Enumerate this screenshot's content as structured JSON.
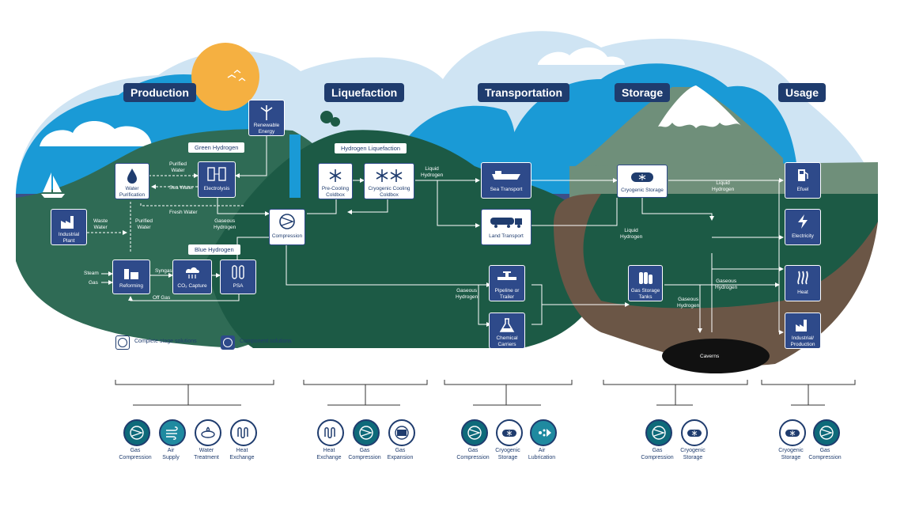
{
  "stages": {
    "production": "Production",
    "liquefaction": "Liquefaction",
    "transportation": "Transportation",
    "storage": "Storage",
    "usage": "Usage"
  },
  "tags": {
    "green_hydrogen": "Green Hydrogen",
    "hydrogen_liquefaction": "Hydrogen Liquefaction",
    "blue_hydrogen": "Blue Hydrogen"
  },
  "nodes": {
    "renewable_energy": [
      "Renewable",
      "Energy"
    ],
    "water_purification": [
      "Water",
      "Purification"
    ],
    "electrolysis": "Electrolysis",
    "industrial_plant": [
      "Industrial",
      "Plant"
    ],
    "compression": "Compression",
    "reforming": "Reforming",
    "co2_capture": "CO₂ Capture",
    "psa": "PSA",
    "pre_cooling": [
      "Pre-Cooling",
      "Coldbox"
    ],
    "cryogenic_coldbox": [
      "Cryogenic Cooling",
      "Coldbox"
    ],
    "sea_transport": "Sea Transport",
    "land_transport": "Land Transport",
    "pipeline": [
      "Pipeline or",
      "Trailer"
    ],
    "chemical_carriers": [
      "Chemical",
      "Carriers"
    ],
    "cryogenic_storage": "Cryogenic Storage",
    "gas_storage_tanks": [
      "Gas Storage",
      "Tanks"
    ],
    "caverns": "Caverns",
    "efuel": "Efuel",
    "electricity": "Electricity",
    "heat": "Heat",
    "industrial_production": [
      "Industrial/",
      "Production"
    ]
  },
  "flows": {
    "purified_water_top": [
      "Purified",
      "Water"
    ],
    "sea_water": "Sea Water",
    "fresh_water": "Fresh Water",
    "waste_water": [
      "Waste",
      "Water"
    ],
    "purified_water_mid": [
      "Purified",
      "Water"
    ],
    "gaseous_hydrogen_left": [
      "Gaseous",
      "Hydrogen"
    ],
    "steam": "Steam",
    "gas": "Gas",
    "syngas": "Syngas",
    "off_gas": "Off Gas",
    "liquid_hydrogen_1": [
      "Liquid",
      "Hydrogen"
    ],
    "liquid_hydrogen_2": [
      "Liquid",
      "Hydrogen"
    ],
    "liquid_hydrogen_3": [
      "Liquid",
      "Hydrogen"
    ],
    "gaseous_hydrogen_mid": [
      "Gaseous",
      "Hydrogen"
    ],
    "gaseous_hydrogen_right1": [
      "Gaseous",
      "Hydrogen"
    ],
    "gaseous_hydrogen_right2": [
      "Gaseous",
      "Hydrogen"
    ]
  },
  "legend": {
    "complete": "Complete stage solutions",
    "component": "Component solutions"
  },
  "components": {
    "production": [
      {
        "label": [
          "Gas",
          "Compression"
        ],
        "icon": "compressor-icon"
      },
      {
        "label": [
          "Air",
          "Supply"
        ],
        "icon": "air-supply-icon"
      },
      {
        "label": [
          "Water",
          "Treatment"
        ],
        "icon": "water-treatment-icon"
      },
      {
        "label": [
          "Heat",
          "Exchange"
        ],
        "icon": "heat-exchange-icon"
      }
    ],
    "liquefaction": [
      {
        "label": [
          "Heat",
          "Exchange"
        ],
        "icon": "heat-exchange-icon"
      },
      {
        "label": [
          "Gas",
          "Compression"
        ],
        "icon": "compressor-icon"
      },
      {
        "label": [
          "Gas",
          "Expansion"
        ],
        "icon": "expander-icon"
      }
    ],
    "transportation": [
      {
        "label": [
          "Gas",
          "Compression"
        ],
        "icon": "compressor-icon"
      },
      {
        "label": [
          "Cryogenic",
          "Storage"
        ],
        "icon": "cryogenic-storage-icon"
      },
      {
        "label": [
          "Air",
          "Lubrication"
        ],
        "icon": "air-lubrication-icon"
      }
    ],
    "storage": [
      {
        "label": [
          "Gas",
          "Compression"
        ],
        "icon": "compressor-icon"
      },
      {
        "label": [
          "Cryogenic",
          "Storage"
        ],
        "icon": "cryogenic-storage-icon"
      }
    ],
    "usage": [
      {
        "label": [
          "Cryogenic",
          "Storage"
        ],
        "icon": "cryogenic-storage-icon"
      },
      {
        "label": [
          "Gas",
          "Compression"
        ],
        "icon": "compressor-icon"
      }
    ]
  },
  "colors": {
    "navy": "#1f3c6e",
    "box": "#2e4a8a",
    "sky": "#cfe4f3",
    "sky_blue": "#1a9ad6",
    "dark_green": "#1c5a45",
    "mid_green": "#2f6b55",
    "sea": "#3d4f86",
    "earth": "#6b5646",
    "mountain": "#6f8f7a",
    "sun": "#f5b041",
    "teal": "#1f8aa0"
  }
}
